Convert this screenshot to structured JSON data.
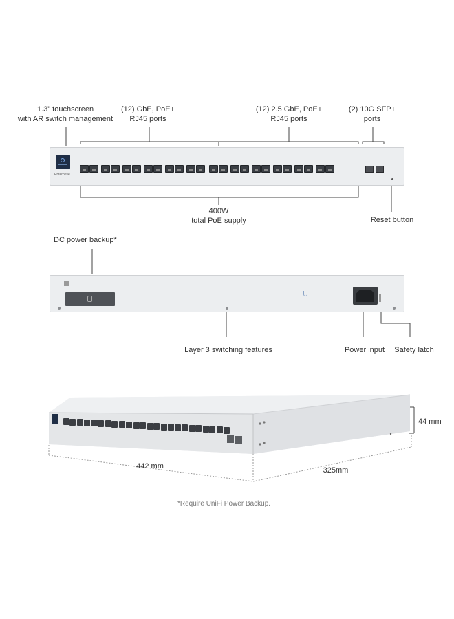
{
  "front": {
    "touchscreen_label": [
      "1.3\" touchscreen",
      "with AR switch management"
    ],
    "gbe_label": [
      "(12) GbE, PoE+",
      "RJ45 ports"
    ],
    "gbe25_label": [
      "(12) 2.5 GbE, PoE+",
      "RJ45 ports"
    ],
    "sfp_label": [
      "(2) 10G SFP+",
      "ports"
    ],
    "poe_label": [
      "400W",
      "total PoE supply"
    ],
    "reset_label": "Reset button",
    "brand_text": "Enterprise"
  },
  "rear": {
    "dc_label": "DC power backup*",
    "l3_label": "Layer 3 switching features",
    "power_label": "Power input",
    "latch_label": "Safety latch"
  },
  "dims": {
    "height": "44 mm",
    "width": "442 mm",
    "depth": "325mm"
  },
  "footnote": "*Require UniFi Power Backup.",
  "colors": {
    "chassis": "#e9eaec",
    "port": "#3a3e44",
    "screen": "#1f2e46",
    "line": "#444444"
  }
}
